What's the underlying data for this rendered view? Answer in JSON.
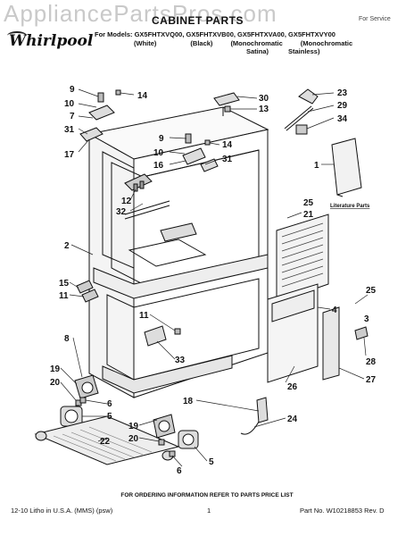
{
  "watermark": "AppliancePartsPros.com",
  "title": "CABINET PARTS",
  "for_reference": "For Service",
  "brand": "Whirlpool",
  "models_line": "For Models: GX5FHTXVQ00, GX5FHTXVB00, GX5FHTXVA00, GX5FHTXVY00",
  "variants": [
    "(White)",
    "(Black)",
    "(Monochromatic",
    "(Monochromatic"
  ],
  "variants2": [
    "Satina)",
    "Stainless)"
  ],
  "literature_label": "Literature Parts",
  "callouts": [
    {
      "label": "9"
    },
    {
      "label": "14"
    },
    {
      "label": "10"
    },
    {
      "label": "7"
    },
    {
      "label": "31"
    },
    {
      "label": "17"
    },
    {
      "label": "30"
    },
    {
      "label": "13"
    },
    {
      "label": "23"
    },
    {
      "label": "29"
    },
    {
      "label": "34"
    },
    {
      "label": "1"
    },
    {
      "label": "9"
    },
    {
      "label": "14"
    },
    {
      "label": "10"
    },
    {
      "label": "16"
    },
    {
      "label": "31"
    },
    {
      "label": "12"
    },
    {
      "label": "32"
    },
    {
      "label": "25"
    },
    {
      "label": "21"
    },
    {
      "label": "2"
    },
    {
      "label": "15"
    },
    {
      "label": "11"
    },
    {
      "label": "25"
    },
    {
      "label": "4"
    },
    {
      "label": "11"
    },
    {
      "label": "8"
    },
    {
      "label": "33"
    },
    {
      "label": "3"
    },
    {
      "label": "28"
    },
    {
      "label": "27"
    },
    {
      "label": "19"
    },
    {
      "label": "20"
    },
    {
      "label": "26"
    },
    {
      "label": "6"
    },
    {
      "label": "5"
    },
    {
      "label": "19"
    },
    {
      "label": "20"
    },
    {
      "label": "18"
    },
    {
      "label": "24"
    },
    {
      "label": "22"
    },
    {
      "label": "5"
    },
    {
      "label": "6"
    }
  ],
  "footer": {
    "note": "FOR ORDERING INFORMATION REFER TO PARTS PRICE LIST",
    "litho": "12-10 Litho in U.S.A. (MMS) (psw)",
    "page": "1",
    "part_no": "Part No. W10218853 Rev. D"
  }
}
